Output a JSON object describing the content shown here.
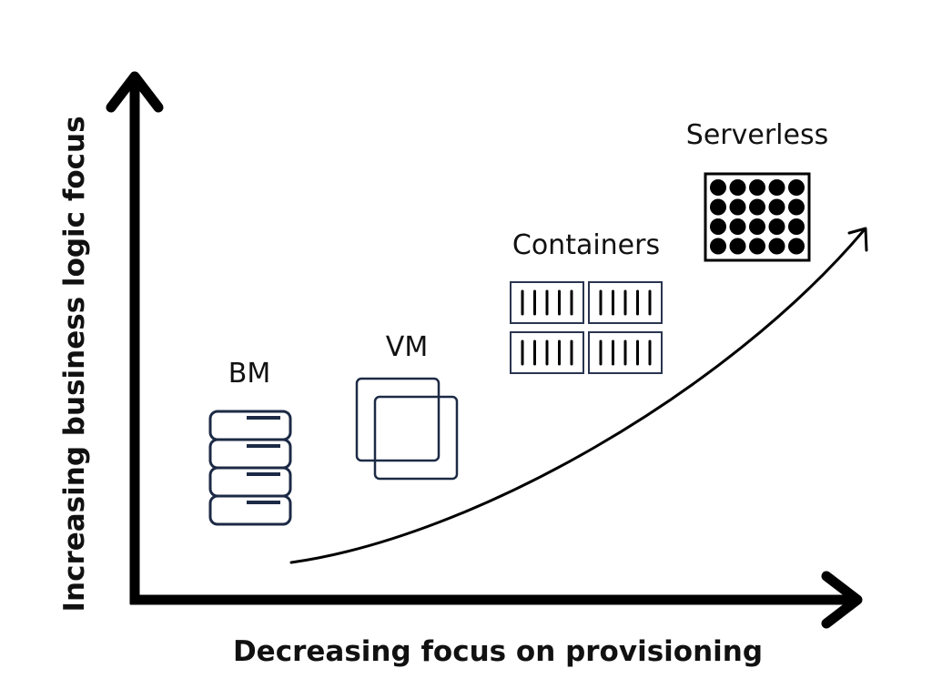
{
  "diagram": {
    "title": "",
    "axes": {
      "x_label": "Decreasing focus on provisioning",
      "y_label": "Increasing business logic focus"
    },
    "stages": [
      {
        "id": "bm",
        "label": "BM",
        "icon": "server-rack-icon"
      },
      {
        "id": "vm",
        "label": "VM",
        "icon": "overlapping-windows-icon"
      },
      {
        "id": "containers",
        "label": "Containers",
        "icon": "shipping-containers-icon"
      },
      {
        "id": "serverless",
        "label": "Serverless",
        "icon": "dot-grid-icon"
      }
    ],
    "trend": {
      "direction": "increasing",
      "shape": "convex curve"
    },
    "colors": {
      "axis": "#000000",
      "icon_outline": "#1c2a45",
      "text": "#111111",
      "background": "#ffffff"
    }
  }
}
